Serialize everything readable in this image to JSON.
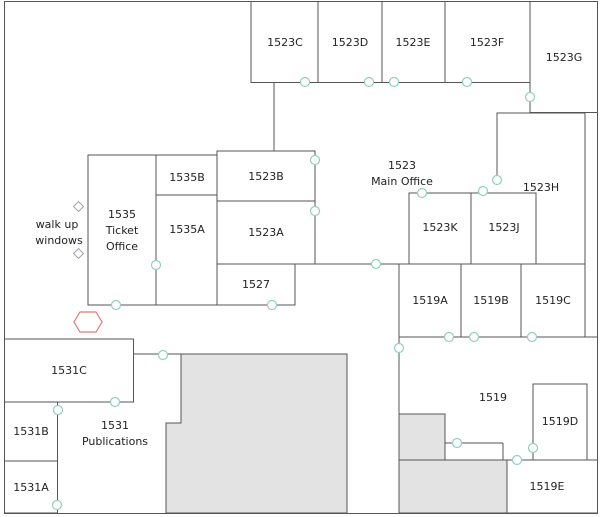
{
  "floor_plan": {
    "rooms": {
      "r1523C": "1523C",
      "r1523D": "1523D",
      "r1523E": "1523E",
      "r1523F": "1523F",
      "r1523G": "1523G",
      "r1523_line1": "1523",
      "r1523_line2": "Main Office",
      "r1523H": "1523H",
      "r1523B": "1523B",
      "r1523A": "1523A",
      "r1523K": "1523K",
      "r1523J": "1523J",
      "r1535B": "1535B",
      "r1535A": "1535A",
      "r1535_line1": "1535",
      "r1535_line2": "Ticket",
      "r1535_line3": "Office",
      "walkup_line1": "walk up",
      "walkup_line2": "windows",
      "r1527": "1527",
      "r1519A": "1519A",
      "r1519B": "1519B",
      "r1519C": "1519C",
      "r1531C": "1531C",
      "r1531_line1": "1531",
      "r1531_line2": "Publications",
      "r1531B": "1531B",
      "r1531A": "1531A",
      "r1519": "1519",
      "r1519D": "1519D",
      "r1519E": "1519E"
    },
    "colors": {
      "wall": "#555555",
      "shaded_area": "#e3e3e3",
      "door_marker": "#8fd0bf",
      "walkup_marker": "#9aa0b0",
      "special_door": "#e07a7a"
    }
  }
}
